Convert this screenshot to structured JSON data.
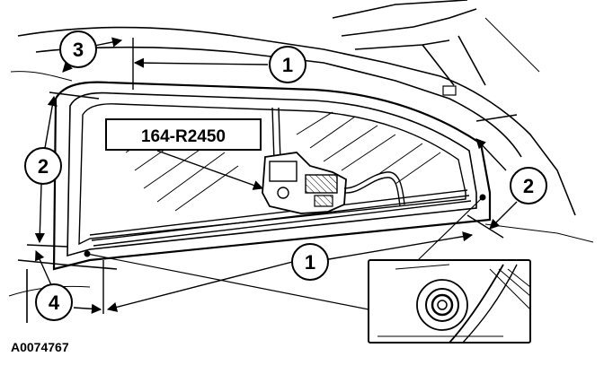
{
  "tool_label": "164-R2450",
  "figure_id": "A0074767",
  "callouts": [
    {
      "id": "callout-1-top",
      "text": "1"
    },
    {
      "id": "callout-1-bottom",
      "text": "1"
    },
    {
      "id": "callout-2-left",
      "text": "2"
    },
    {
      "id": "callout-2-right",
      "text": "2"
    },
    {
      "id": "callout-3",
      "text": "3"
    },
    {
      "id": "callout-4",
      "text": "4"
    }
  ],
  "colors": {
    "line": "#000000",
    "background": "#ffffff",
    "hatch": "#000000"
  }
}
